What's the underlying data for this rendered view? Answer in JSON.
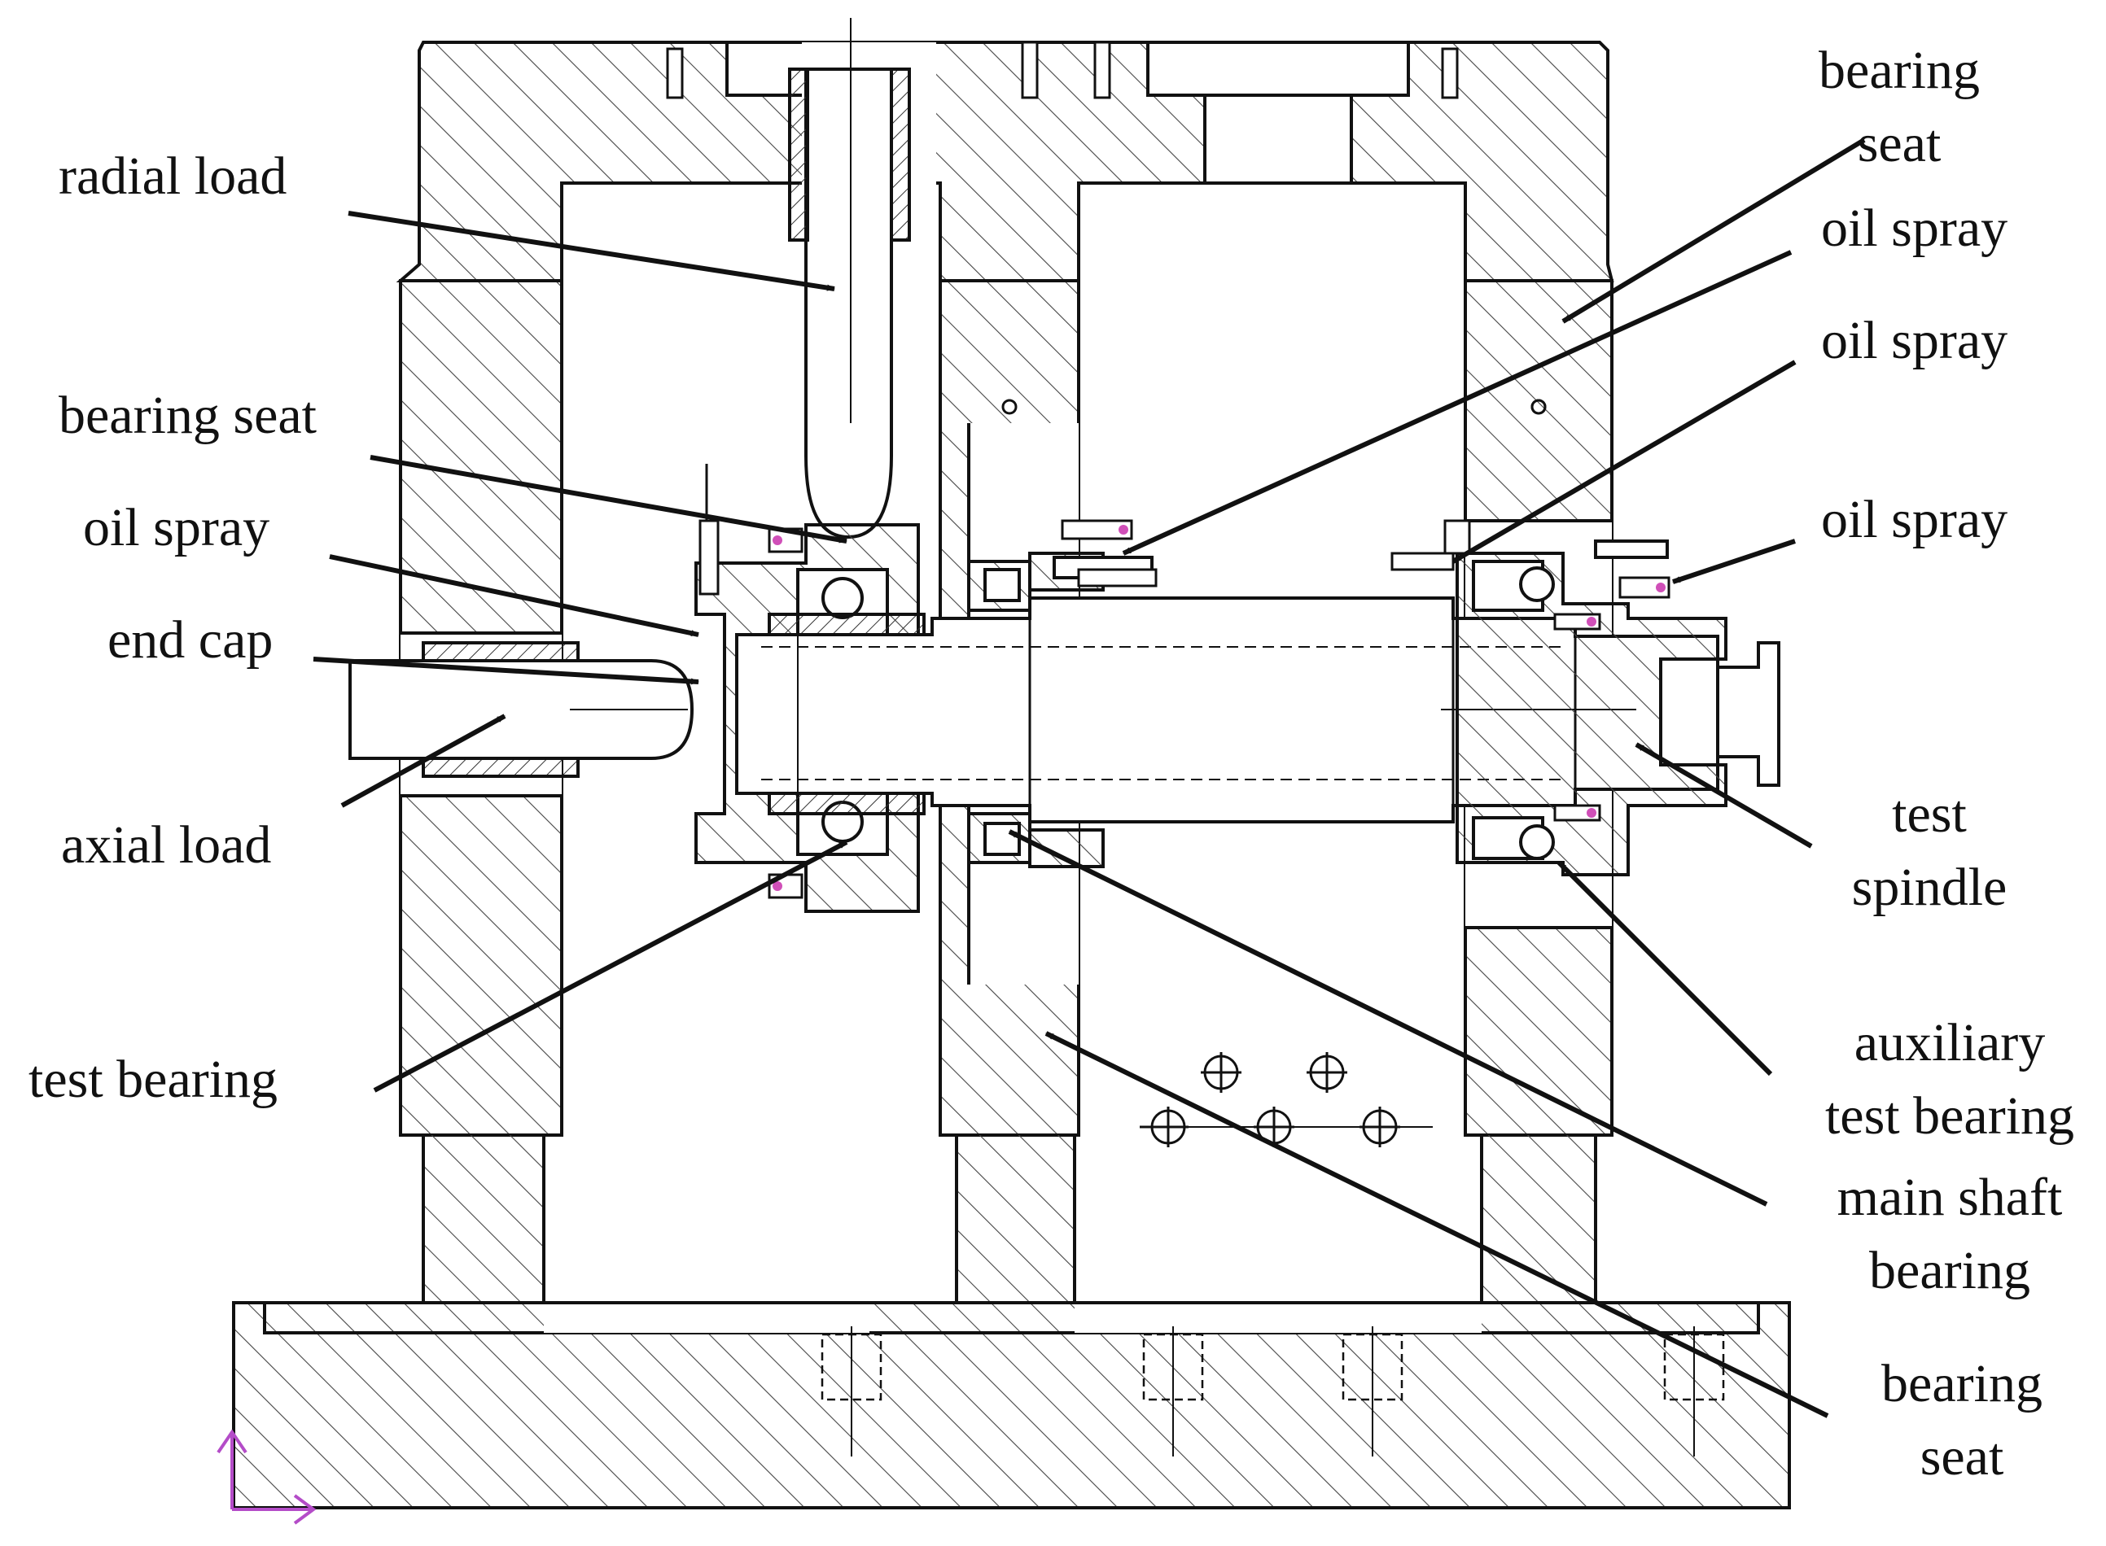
{
  "labels": {
    "radial_load": "radial load",
    "bearing_seat_left": "bearing seat",
    "oil_spray_left": "oil spray",
    "end_cap": "end cap",
    "axial_load": "axial load",
    "test_bearing": "test bearing",
    "bearing_seat_top_right": [
      "bearing",
      "seat"
    ],
    "oil_spray_right_1": "oil spray",
    "oil_spray_right_2": "oil spray",
    "oil_spray_right_3": "oil spray",
    "test_spindle": [
      "test",
      "spindle"
    ],
    "auxiliary_test_bearing": [
      "auxiliary",
      "test bearing"
    ],
    "main_shaft_bearing": [
      "main shaft",
      "bearing"
    ],
    "bearing_seat_bottom_right": [
      "bearing",
      "seat"
    ]
  },
  "colors": {
    "line": "#111111",
    "hatch": "#444444",
    "axis_marker": "#b44cc8",
    "bolt_accent": "#d04fb8"
  }
}
